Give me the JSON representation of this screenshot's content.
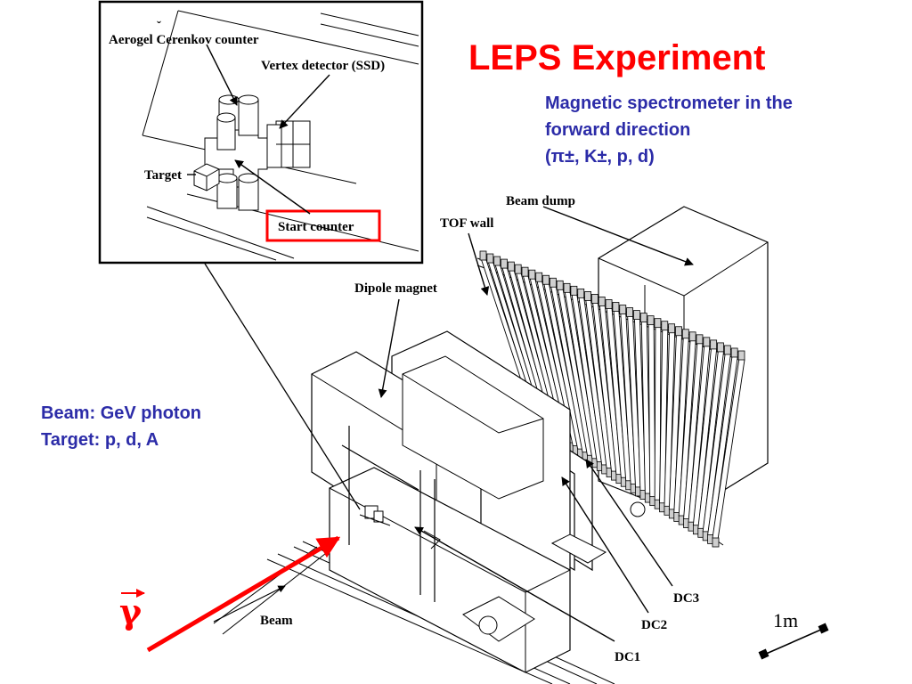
{
  "title": "LEPS Experiment",
  "spectrometer": {
    "line1": "Magnetic spectrometer in the",
    "line2": "forward direction",
    "line3": "(π±, K±, p, d)"
  },
  "beam_info": {
    "line1": "Beam: GeV photon",
    "line2": "Target: p, d, A"
  },
  "inset_labels": {
    "aerogel": "Aerogel Cerenkov counter",
    "vertex": "Vertex detector (SSD)",
    "target": "Target",
    "start_counter": "Start counter"
  },
  "labels": {
    "beam_dump": "Beam dump",
    "tof_wall": "TOF wall",
    "dipole_magnet": "Dipole magnet",
    "beam": "Beam",
    "dc1": "DC1",
    "dc2": "DC2",
    "dc3": "DC3"
  },
  "photon_symbol": "γ",
  "scale_label": "1m",
  "colors": {
    "title": "#ff0000",
    "blue_text": "#2c2ca8",
    "beam_arrow": "#ff0000",
    "highlight_box": "#ff0000"
  }
}
